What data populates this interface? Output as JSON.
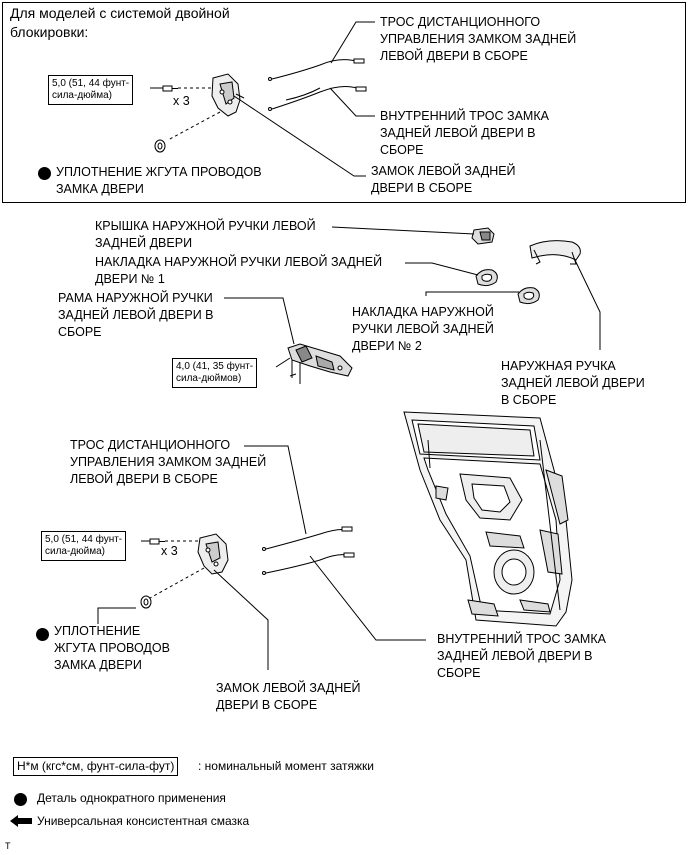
{
  "header": {
    "title_line1": "Для моделей с системой двойной",
    "title_line2": "блокировки:"
  },
  "top_section": {
    "torque_box_l1": "5,0 (51, 44 фунт-",
    "torque_box_l2": "сила-дюйма)",
    "qty": "x 3",
    "cable_remote_l1": "ТРОС ДИСТАНЦИОННОГО",
    "cable_remote_l2": "УПРАВЛЕНИЯ ЗАМКОМ ЗАДНЕЙ",
    "cable_remote_l3": "ЛЕВОЙ ДВЕРИ В СБОРЕ",
    "cable_inner_l1": "ВНУТРЕННИЙ ТРОС ЗАМКА",
    "cable_inner_l2": "ЗАДНЕЙ ЛЕВОЙ ДВЕРИ В",
    "cable_inner_l3": "СБОРЕ",
    "seal_l1": "УПЛОТНЕНИЕ ЖГУТА ПРОВОДОВ",
    "seal_l2": "ЗАМКА ДВЕРИ",
    "lock_l1": "ЗАМОК ЛЕВОЙ ЗАДНЕЙ",
    "lock_l2": "ДВЕРИ В СБОРЕ"
  },
  "middle_section": {
    "cover_l1": "КРЫШКА НАРУЖНОЙ РУЧКИ ЛЕВОЙ",
    "cover_l2": "ЗАДНЕЙ ДВЕРИ",
    "pad1_l1": "НАКЛАДКА НАРУЖНОЙ РУЧКИ ЛЕВОЙ ЗАДНЕЙ",
    "pad1_l2": "ДВЕРИ № 1",
    "frame_l1": "РАМА НАРУЖНОЙ РУЧКИ",
    "frame_l2": "ЗАДНЕЙ ЛЕВОЙ ДВЕРИ В",
    "frame_l3": "СБОРЕ",
    "pad2_l1": "НАКЛАДКА НАРУЖНОЙ",
    "pad2_l2": "РУЧКИ ЛЕВОЙ ЗАДНЕЙ",
    "pad2_l3": "ДВЕРИ № 2",
    "torque2_l1": "4,0 (41, 35 фунт-",
    "torque2_l2": "сила-дюймов)",
    "handle_l1": "НАРУЖНАЯ РУЧКА",
    "handle_l2": "ЗАДНЕЙ ЛЕВОЙ ДВЕРИ",
    "handle_l3": "В СБОРЕ"
  },
  "bottom_section": {
    "cable_remote_l1": "ТРОС ДИСТАНЦИОННОГО",
    "cable_remote_l2": "УПРАВЛЕНИЯ ЗАМКОМ ЗАДНЕЙ",
    "cable_remote_l3": "ЛЕВОЙ ДВЕРИ В СБОРЕ",
    "torque_box_l1": "5,0 (51, 44 фунт-",
    "torque_box_l2": "сила-дюйма)",
    "qty": "x 3",
    "seal_l1": "УПЛОТНЕНИЕ",
    "seal_l2": "ЖГУТА ПРОВОДОВ",
    "seal_l3": "ЗАМКА ДВЕРИ",
    "lock_l1": "ЗАМОК ЛЕВОЙ ЗАДНЕЙ",
    "lock_l2": "ДВЕРИ В СБОРЕ",
    "cable_inner_l1": "ВНУТРЕННИЙ ТРОС ЗАМКА",
    "cable_inner_l2": "ЗАДНЕЙ ЛЕВОЙ ДВЕРИ В",
    "cable_inner_l3": "СБОРЕ"
  },
  "legend": {
    "torque_unit": "Н*м (кгс*см, фунт-сила-фут)",
    "torque_desc": ": номинальный момент затяжки",
    "single_use": "Деталь однократного применения",
    "grease": "Универсальная консистентная смазка",
    "footer_mark": "T"
  },
  "icons": {
    "single_use": "filled-circle-icon",
    "grease": "left-arrow-icon"
  }
}
